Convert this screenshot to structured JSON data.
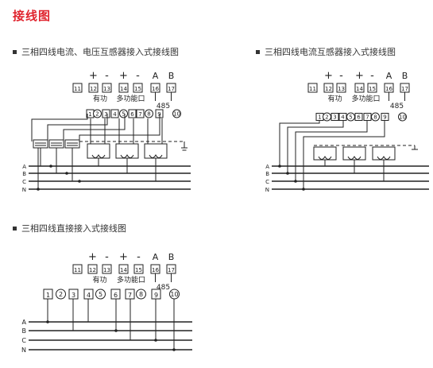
{
  "page_title": "接线图",
  "sections": [
    {
      "title": "三相四线电流、电压互感器接入式接线图"
    },
    {
      "title": "三相四线电流互感器接入式接线图"
    },
    {
      "title": "三相四线直接接入式接线图"
    }
  ],
  "terminal_block": {
    "top_symbols": [
      "+",
      "-",
      "+",
      "-",
      "A",
      "B"
    ],
    "top_numbers": [
      "11",
      "12",
      "13",
      "14",
      "15",
      "16",
      "17"
    ],
    "active_label": "有功",
    "multi_label": "多功能口",
    "rs485_label": "485",
    "bottom_numbers": [
      "1",
      "2",
      "3",
      "4",
      "5",
      "6",
      "7",
      "8",
      "9",
      "10"
    ]
  },
  "phases": [
    "A",
    "B",
    "C",
    "N"
  ],
  "colors": {
    "title": "#e0242e",
    "line": "#222222"
  }
}
